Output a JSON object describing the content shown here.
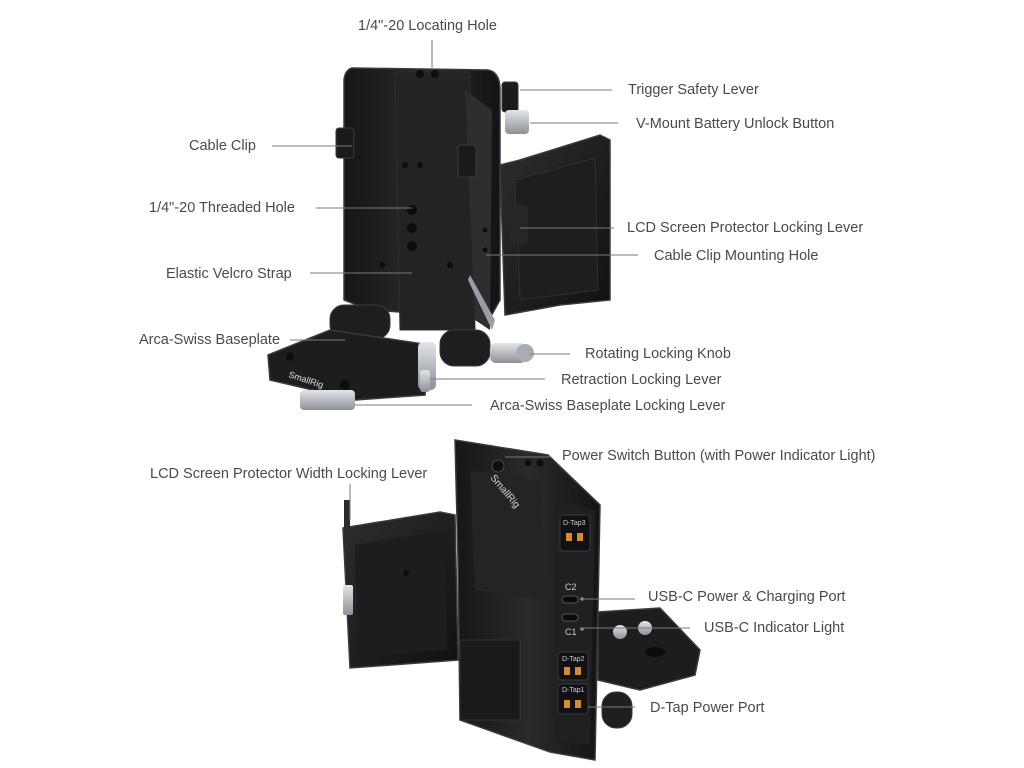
{
  "brand": {
    "logo_text": "SmallRig"
  },
  "top_view": {
    "labels": {
      "locating_hole": "1/4\"-20 Locating Hole",
      "trigger_safety_lever": "Trigger Safety Lever",
      "vmount_unlock_button": "V-Mount Battery Unlock Button",
      "cable_clip": "Cable Clip",
      "threaded_hole": "1/4\"-20 Threaded Hole",
      "lcd_protector_locking_lever": "LCD Screen Protector Locking Lever",
      "cable_clip_mounting_hole": "Cable Clip Mounting Hole",
      "velcro_strap": "Elastic Velcro Strap",
      "arca_baseplate": "Arca-Swiss Baseplate",
      "rotating_knob": "Rotating Locking Knob",
      "retraction_lever": "Retraction Locking Lever",
      "arca_baseplate_lever": "Arca-Swiss Baseplate Locking Lever"
    }
  },
  "bottom_view": {
    "labels": {
      "power_switch": "Power Switch Button (with Power Indicator Light)",
      "lcd_width_lever": "LCD Screen Protector Width Locking Lever",
      "usbc_port": "USB-C Power & Charging Port",
      "usbc_indicator": "USB-C Indicator Light",
      "dtap_port": "D-Tap Power Port"
    },
    "port_markings": {
      "dtap3": "D-Tap3",
      "dtap2": "D-Tap2",
      "dtap1": "D-Tap1",
      "c2": "C2",
      "c1": "C1"
    }
  },
  "colors": {
    "body": "#1c1c1e",
    "body_light": "#2c2c2f",
    "edge": "#3a3a3d",
    "silver": "#b8bcc2",
    "orange_pins": "#d98a2b",
    "leader": "#7a7a7a",
    "text": "#4a4a4a"
  }
}
